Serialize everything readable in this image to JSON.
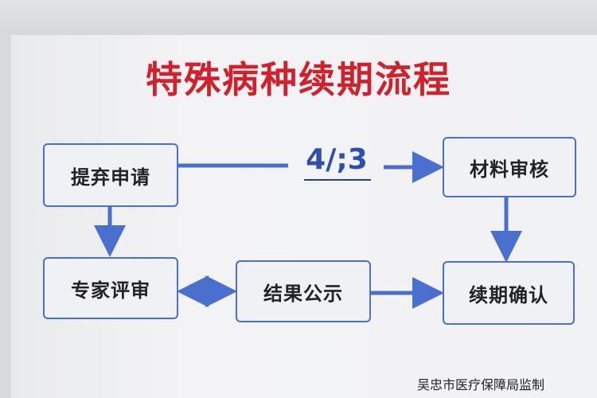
{
  "title": "特殊病种续期流程",
  "steps": {
    "apply": "提弃申请",
    "review_materials": "材料审核",
    "expert_review": "专家评审",
    "publicize": "结果公示",
    "confirm": "续期确认"
  },
  "connector_label": "4/;3",
  "footer": "吴忠市医疗保障局监制",
  "colors": {
    "title": "#d0212c",
    "arrow": "#4a6fcf"
  }
}
